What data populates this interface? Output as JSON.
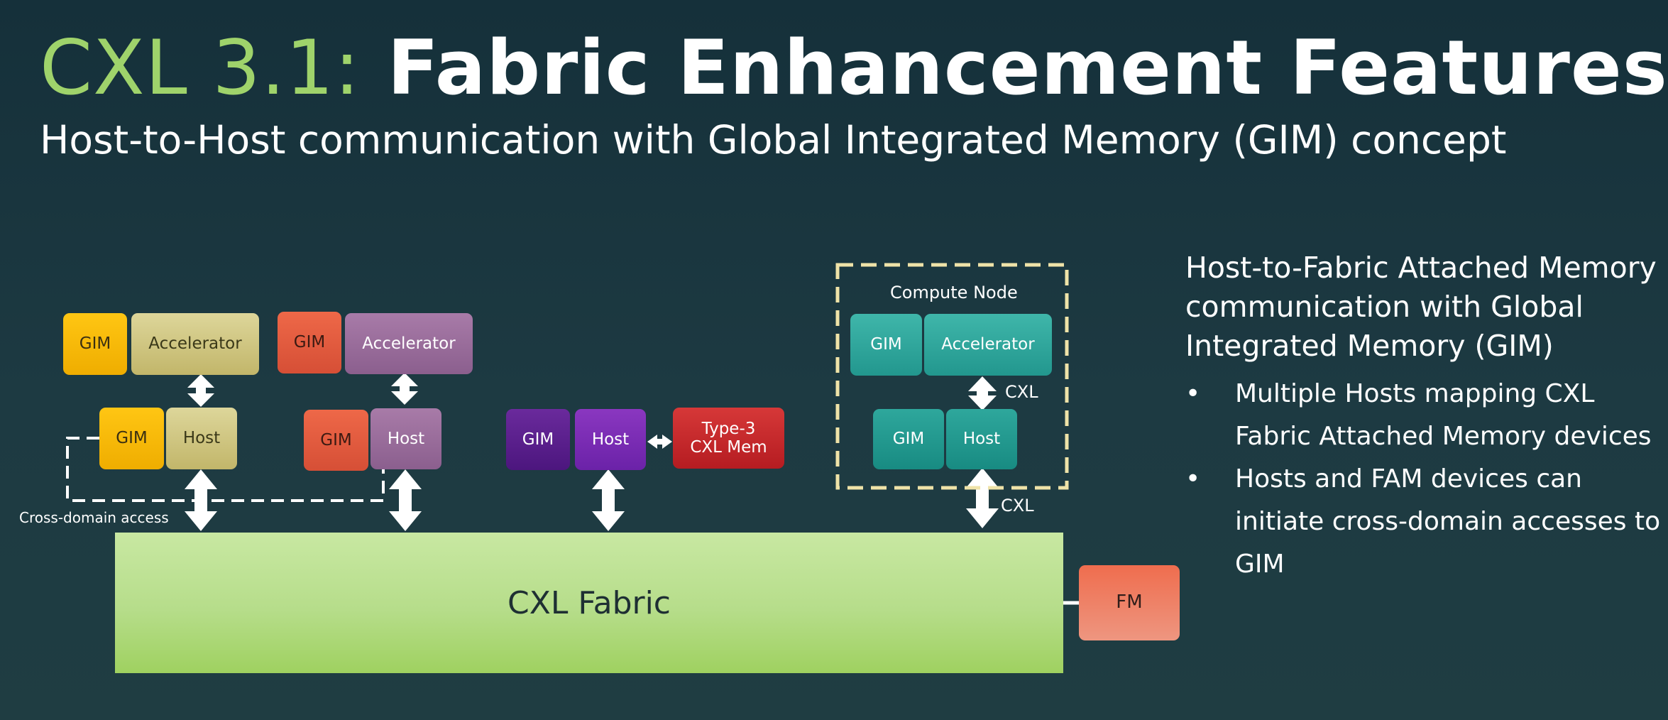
{
  "title": {
    "accent": "CXL 3.1:",
    "main": "Fabric Enhancement Features"
  },
  "subtitle": "Host-to-Host communication with Global Integrated Memory (GIM) concept",
  "diagram": {
    "fabric_label": "CXL Fabric",
    "fm_label": "FM",
    "cross_domain_label": "Cross-domain access",
    "compute_node_label": "Compute Node",
    "cxl_label_upper": "CXL",
    "cxl_label_lower": "CXL",
    "group1": {
      "gim_top": "GIM",
      "accelerator": "Accelerator",
      "gim_host": "GIM",
      "host": "Host"
    },
    "group2": {
      "gim_top": "GIM",
      "accelerator": "Accelerator",
      "gim_host": "GIM",
      "host": "Host"
    },
    "group3": {
      "gim": "GIM",
      "host": "Host",
      "type3_line1": "Type-3",
      "type3_line2": "CXL Mem"
    },
    "group4": {
      "gim_top": "GIM",
      "accelerator": "Accelerator",
      "gim_host": "GIM",
      "host": "Host"
    },
    "colors": {
      "title_accent": "#9fd36b",
      "fabric": "#b6dd8a",
      "dashed_box": "#efe3a8"
    }
  },
  "right_panel": {
    "heading": "Host-to-Fabric Attached Memory communication with Global Integrated Memory (GIM)",
    "bullets": [
      "Multiple Hosts mapping CXL Fabric Attached Memory devices",
      "Hosts and FAM devices can initiate cross-domain accesses to GIM"
    ]
  }
}
